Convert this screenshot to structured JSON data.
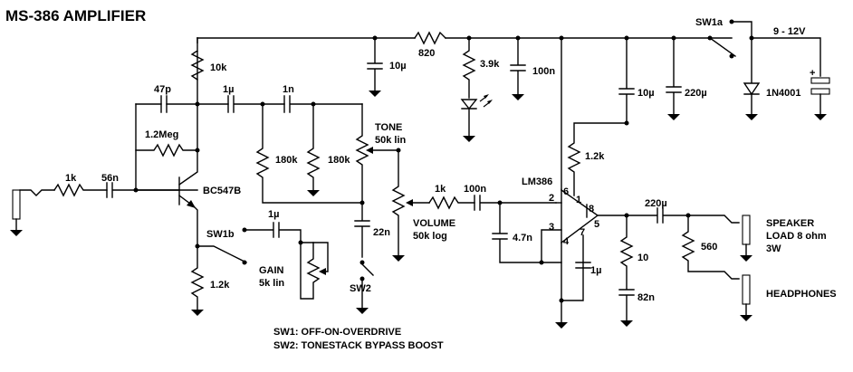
{
  "title": "MS-386 AMPLIFIER",
  "supply": "9 - 12V",
  "components": {
    "r_10k": "10k",
    "r_1_2meg": "1.2Meg",
    "r_1k_in": "1k",
    "r_180k_a": "180k",
    "r_180k_b": "180k",
    "r_1k_vol": "1k",
    "r_1_2k_emit": "1.2k",
    "r_820": "820",
    "r_3_9k": "3.9k",
    "r_1_2k_fb": "1.2k",
    "r_10_out": "10",
    "r_560": "560",
    "c_47p": "47p",
    "c_1u_a": "1µ",
    "c_1n": "1n",
    "c_56n": "56n",
    "c_22n": "22n",
    "c_1u_gain": "1µ",
    "c_100n_in": "100n",
    "c_4_7n": "4.7n",
    "c_10u_a": "10µ",
    "c_100n_sup": "100n",
    "c_10u_b": "10µ",
    "c_220u_sup": "220µ",
    "c_1u_byp": "1µ",
    "c_82n": "82n",
    "c_220u_out": "220µ",
    "q1": "BC547B",
    "ic": "LM386",
    "diode": "1N4001",
    "sw1a": "SW1a",
    "sw1b": "SW1b",
    "sw2": "SW2",
    "tone": "TONE",
    "tone_val": "50k lin",
    "volume": "VOLUME",
    "volume_val": "50k log",
    "gain": "GAIN",
    "gain_val": "5k lin",
    "speaker": "SPEAKER",
    "speaker_load": "LOAD 8 ohm",
    "speaker_power": "3W",
    "headphones": "HEADPHONES",
    "pin1": "1",
    "pin2": "2",
    "pin3": "3",
    "pin4": "4",
    "pin5": "5",
    "pin6": "6",
    "pin7": "7",
    "pin8": "8",
    "plus": "+"
  },
  "notes": {
    "sw1": "SW1: OFF-ON-OVERDRIVE",
    "sw2": "SW2: TONESTACK BYPASS BOOST"
  }
}
